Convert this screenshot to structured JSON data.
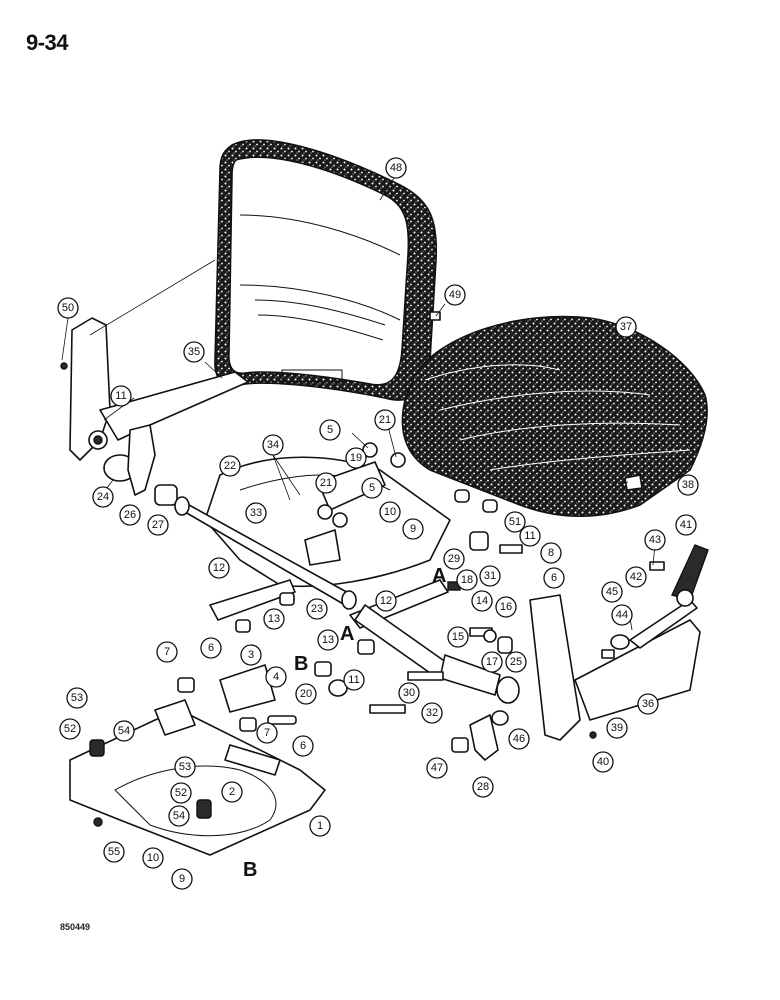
{
  "page": {
    "number": "9-34",
    "figure_code": "850449"
  },
  "reference_letters": [
    "A",
    "A",
    "B",
    "B"
  ],
  "callouts": [
    "1",
    "2",
    "3",
    "4",
    "5",
    "5",
    "6",
    "6",
    "6",
    "7",
    "7",
    "8",
    "9",
    "9",
    "10",
    "10",
    "11",
    "11",
    "11",
    "12",
    "12",
    "13",
    "13",
    "14",
    "15",
    "16",
    "17",
    "18",
    "19",
    "20",
    "21",
    "21",
    "22",
    "23",
    "24",
    "25",
    "26",
    "27",
    "28",
    "29",
    "30",
    "31",
    "32",
    "33",
    "34",
    "35",
    "36",
    "37",
    "38",
    "39",
    "40",
    "41",
    "42",
    "43",
    "44",
    "45",
    "46",
    "47",
    "48",
    "49",
    "50",
    "51",
    "52",
    "52",
    "53",
    "53",
    "54",
    "54",
    "55"
  ]
}
